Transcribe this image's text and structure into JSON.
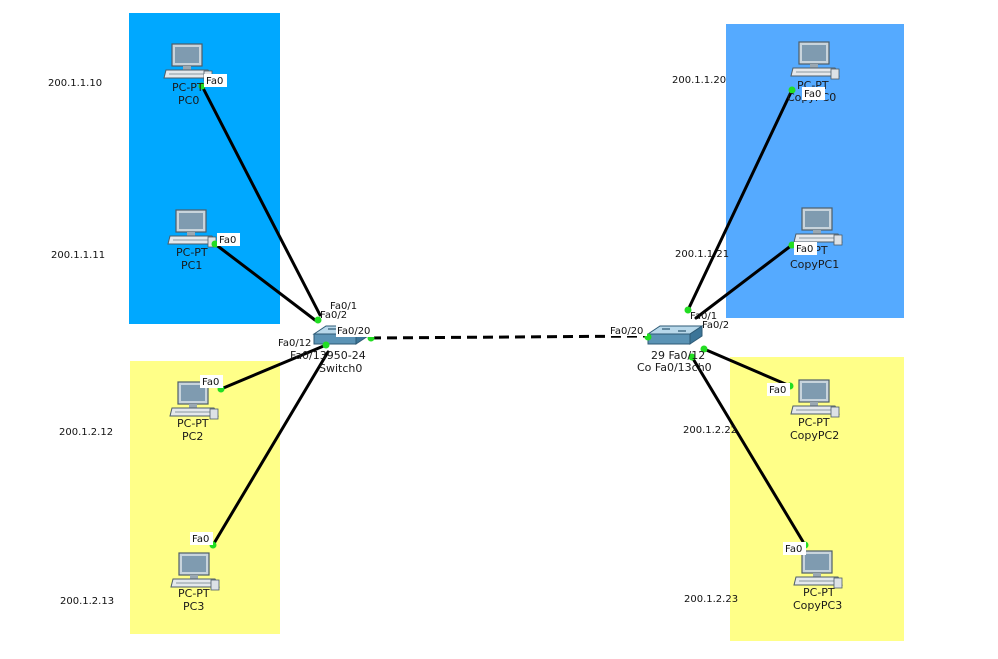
{
  "colors": {
    "vlan1_left": "#00a8ff",
    "vlan1_right": "#55aaff",
    "vlan2": "#ffff88",
    "link_light": "#22dd22",
    "cable": "#000000",
    "device_icon": "pc-icon / switch-icon"
  },
  "ips": {
    "pc0": "200.1.1.10",
    "pc1": "200.1.1.11",
    "pc2": "200.1.2.12",
    "pc3": "200.1.2.13",
    "copypc0": "200.1.1.20",
    "copypc1": "200.1.1.21",
    "copypc2": "200.1.2.22",
    "copypc3": "200.1.2.23"
  },
  "devices": {
    "pc0": {
      "type": "PC-PT",
      "name": "PC0",
      "port": "Fa0"
    },
    "pc1": {
      "type": "PC-PT",
      "name": "PC1",
      "port": "Fa0"
    },
    "pc2": {
      "type": "PC-PT",
      "name": "PC2",
      "port": "Fa0"
    },
    "pc3": {
      "type": "PC-PT",
      "name": "PC3",
      "port": "Fa0"
    },
    "copypc0": {
      "type": "PC-PT",
      "name": "CopyPC0",
      "port": "Fa0"
    },
    "copypc1": {
      "type": "PC-PT",
      "name": "CopyPC1",
      "port": "Fa0"
    },
    "copypc2": {
      "type": "PC-PT",
      "name": "CopyPC2",
      "port": "Fa0"
    },
    "copypc3": {
      "type": "PC-PT",
      "name": "CopyPC3",
      "port": "Fa0"
    },
    "switch0": {
      "model_line": "Fa0/13950-24",
      "name": "Switch0",
      "ports": {
        "p1": "Fa0/1",
        "p2": "Fa0/2",
        "p12": "Fa0/12",
        "p20": "Fa0/20"
      }
    },
    "copyswitch0": {
      "model_line": "29 Fa0/12",
      "name_line": "Co Fa0/13ch0",
      "ports": {
        "p1": "Fa0/1",
        "p2": "Fa0/2",
        "p20": "Fa0/20"
      }
    }
  }
}
